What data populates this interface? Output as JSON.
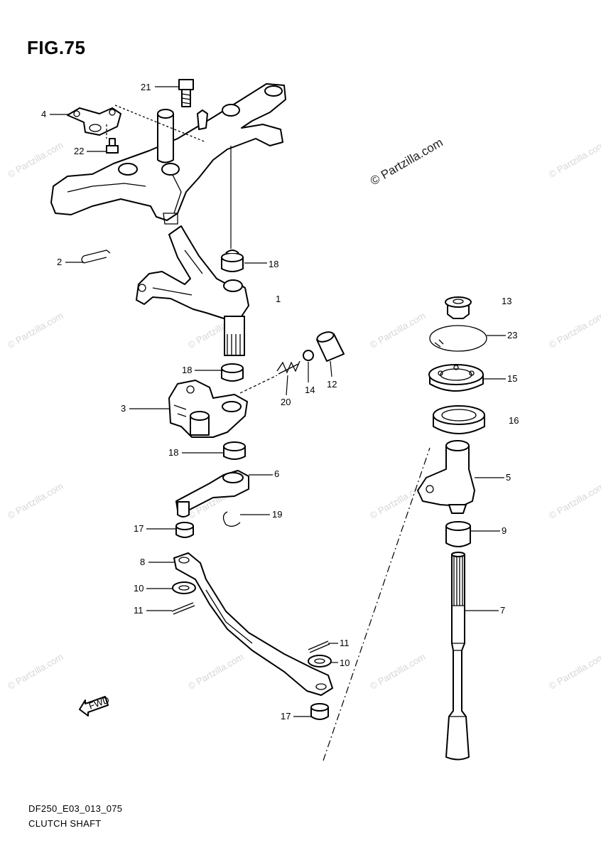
{
  "figure": {
    "title": "FIG.75",
    "code": "DF250_E03_013_075",
    "name": "CLUTCH SHAFT",
    "fwd_label": "FWD"
  },
  "watermark": {
    "main": "© Partzilla.com",
    "repeat": "© Partzilla.com"
  },
  "callouts": [
    "21",
    "4",
    "22",
    "2",
    "18",
    "1",
    "18",
    "14",
    "20",
    "12",
    "3",
    "18",
    "6",
    "19",
    "17",
    "8",
    "10",
    "11",
    "11",
    "10",
    "17",
    "13",
    "23",
    "15",
    "16",
    "5",
    "9",
    "7"
  ]
}
